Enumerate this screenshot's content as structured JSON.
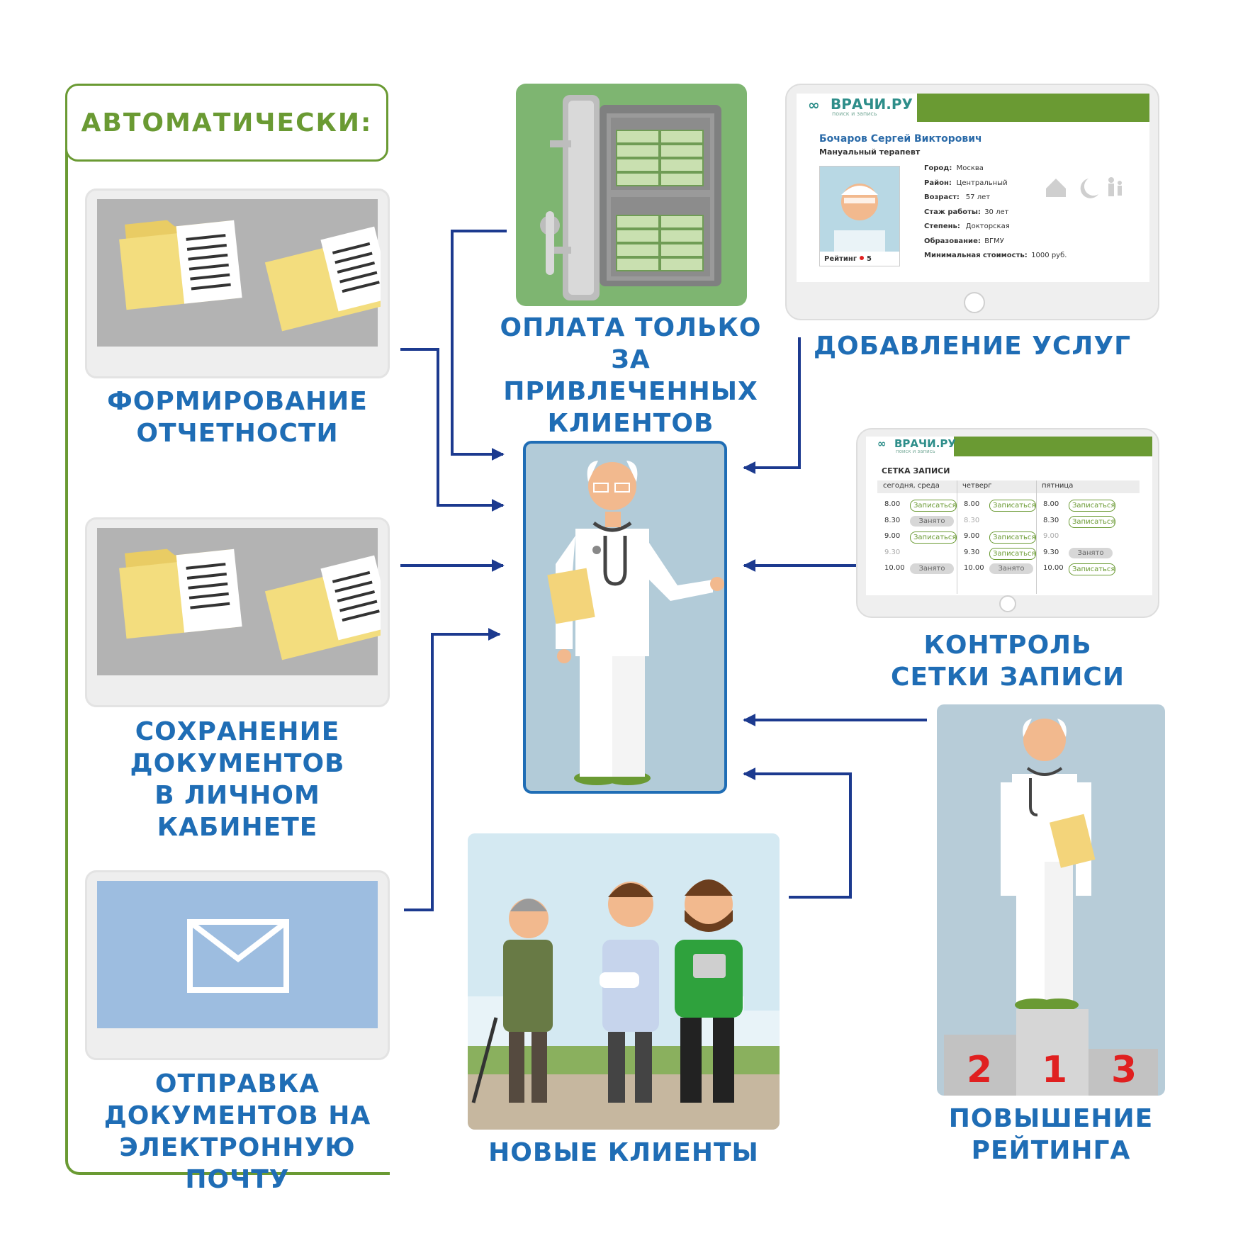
{
  "heading": "АВТОМАТИЧЕСКИ:",
  "left_items": [
    {
      "lines": [
        "ФОРМИРОВАНИЕ",
        "ОТЧЕТНОСТИ"
      ]
    },
    {
      "lines": [
        "СОХРАНЕНИЕ",
        "ДОКУМЕНТОВ",
        "В ЛИЧНОМ КАБИНЕТЕ"
      ]
    },
    {
      "lines": [
        "ОТПРАВКА",
        "ДОКУМЕНТОВ НА",
        "ЭЛЕКТРОННУЮ ПОЧТУ"
      ]
    }
  ],
  "payment": {
    "lines": [
      "ОПЛАТА ТОЛЬКО",
      "ЗА ПРИВЛЕЧЕННЫХ",
      "КЛИЕНТОВ"
    ]
  },
  "services": {
    "caption": "ДОБАВЛЕНИЕ УСЛУГ",
    "logo": "ВРАЧИ.РУ",
    "logo_sub": "поиск и запись",
    "doctor_name": "Бочаров Сергей Викторович",
    "specialty": "Мануальный терапевт",
    "rating_label": "Рейтинг",
    "rating_value": "5",
    "fields": [
      {
        "label": "Город:",
        "value": "Москва"
      },
      {
        "label": "Район:",
        "value": "Центральный"
      },
      {
        "label": "Возраст:",
        "value": "57 лет"
      },
      {
        "label": "Стаж работы:",
        "value": "30 лет"
      },
      {
        "label": "Степень:",
        "value": "Докторская"
      },
      {
        "label": "Образование:",
        "value": "ВГМУ"
      },
      {
        "label": "Минимальная стоимость:",
        "value": "1000 руб."
      }
    ]
  },
  "schedule": {
    "caption": [
      "КОНТРОЛЬ",
      "СЕТКИ ЗАПИСИ"
    ],
    "logo": "ВРАЧИ.РУ",
    "logo_sub": "поиск и запись",
    "title": "СЕТКА ЗАПИСИ",
    "columns": [
      {
        "day": "сегодня, среда",
        "slots": [
          {
            "time": "8.00",
            "status": "Записаться"
          },
          {
            "time": "8.30",
            "status": "Занято"
          },
          {
            "time": "9.00",
            "status": "Записаться"
          },
          {
            "time": "9.30",
            "status": ""
          },
          {
            "time": "10.00",
            "status": "Занято"
          }
        ]
      },
      {
        "day": "четверг",
        "slots": [
          {
            "time": "8.00",
            "status": "Записаться"
          },
          {
            "time": "8.30",
            "status": ""
          },
          {
            "time": "9.00",
            "status": "Записаться"
          },
          {
            "time": "9.30",
            "status": "Записаться"
          },
          {
            "time": "10.00",
            "status": "Занято"
          }
        ]
      },
      {
        "day": "пятница",
        "slots": [
          {
            "time": "8.00",
            "status": "Записаться"
          },
          {
            "time": "8.30",
            "status": "Записаться"
          },
          {
            "time": "9.00",
            "status": ""
          },
          {
            "time": "9.30",
            "status": "Занято"
          },
          {
            "time": "10.00",
            "status": "Записаться"
          }
        ]
      }
    ]
  },
  "new_clients": "НОВЫЕ КЛИЕНТЫ",
  "rating": {
    "lines": [
      "ПОВЫШЕНИЕ",
      "РЕЙТИНГА"
    ],
    "podium": [
      "2",
      "1",
      "3"
    ]
  },
  "colors": {
    "caption": "#1f6db5",
    "green": "#6a9a33",
    "arrow": "#1c3a8f",
    "podium_number": "#e02020"
  }
}
